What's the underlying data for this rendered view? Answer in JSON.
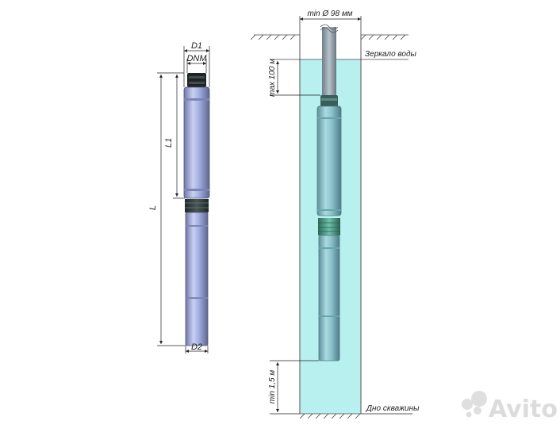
{
  "labels": {
    "d1": "D1",
    "dnm": "DNM",
    "l1": "L1",
    "l": "L",
    "d2": "D2",
    "min_diameter": "min Ø 98 мм",
    "water_mirror": "Зеркало воды",
    "max_depth": "max 100 м",
    "min_bottom": "min 1,5 м",
    "well_bottom": "Дно скважины"
  },
  "watermark": {
    "text": "Avito",
    "icon": "avito-dots-icon"
  },
  "colors": {
    "water": "#b7f0ef",
    "pump_body": "#a3aee0",
    "pump_dark": "#5a6290",
    "green_band": "#4fa08e",
    "dimension_line": "#222222"
  }
}
